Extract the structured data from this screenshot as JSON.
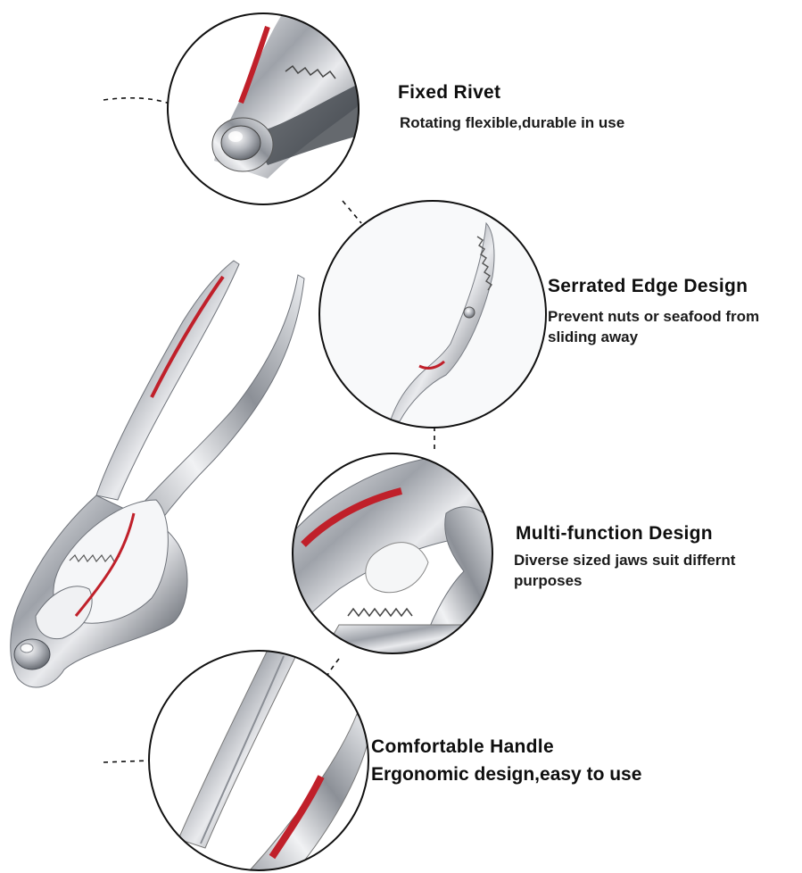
{
  "features": [
    {
      "title": "Fixed Rivet",
      "desc": "Rotating flexible,durable in use"
    },
    {
      "title": "Serrated Edge Design",
      "desc": "Prevent nuts or seafood from sliding away"
    },
    {
      "title": "Multi-function Design",
      "desc": "Diverse sized jaws suit differnt purposes"
    },
    {
      "title": "Comfortable Handle",
      "desc": "Ergonomic design,easy to use"
    }
  ],
  "colors": {
    "metal": "#b9bcc2",
    "accent": "#c0202a",
    "outline": "#111111"
  }
}
